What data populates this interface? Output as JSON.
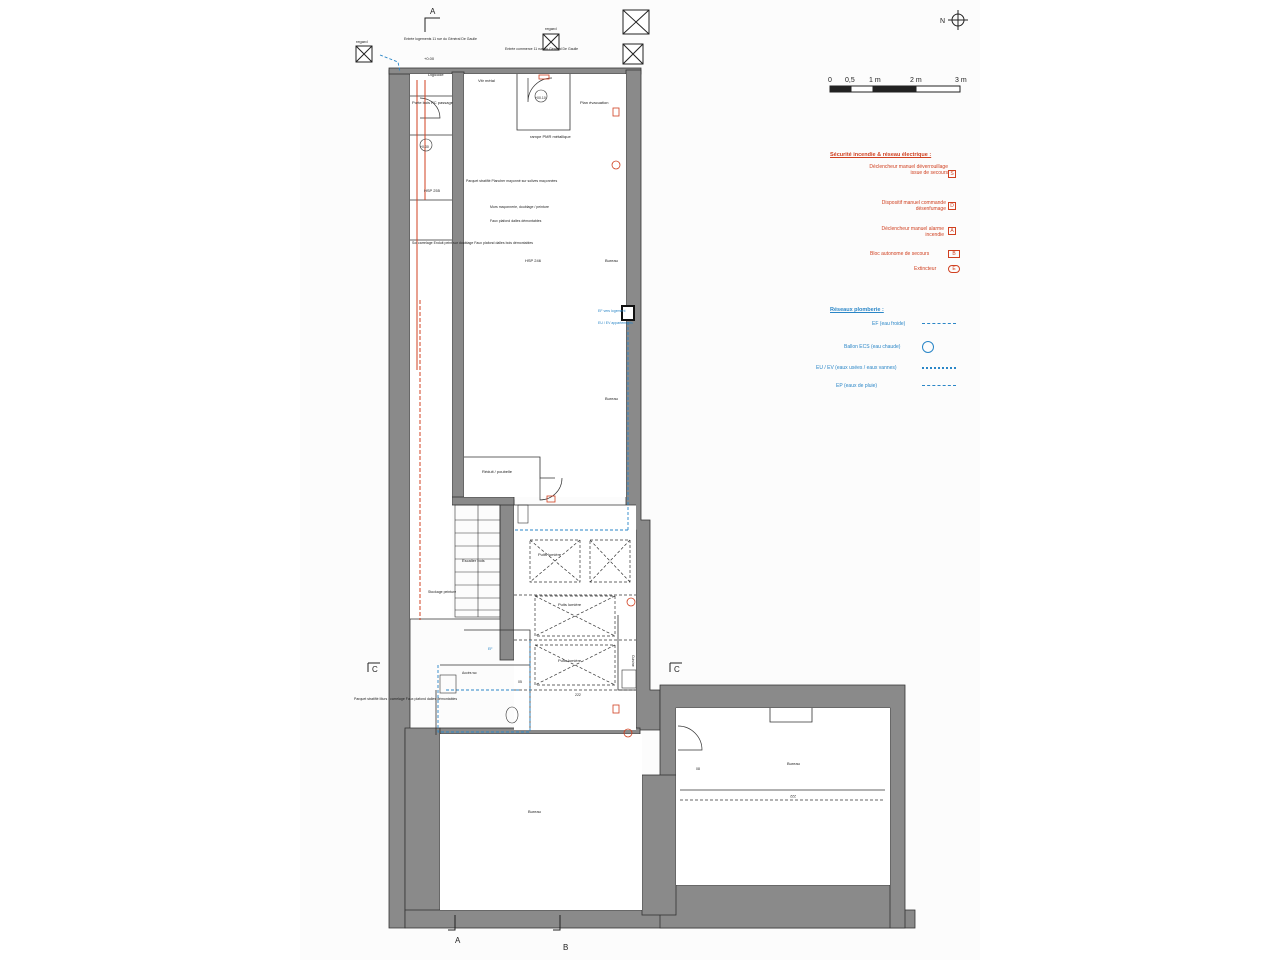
{
  "sections": {
    "a_top": "A",
    "a_bottom": "A",
    "b_bottom": "B",
    "c_left": "C",
    "c_right": "C"
  },
  "north_label": "N",
  "scale": {
    "ticks": [
      "0",
      "0,5",
      "1 m",
      "2 m",
      "3 m"
    ]
  },
  "labels": {
    "entry_housing": "Entrée logements 11 rue du Général De Gaulle",
    "entry_commerce": "Entrée commerce 11 rue du Général De Gaulle",
    "regard_left": "regard",
    "regard_top": "regard",
    "vitrine": "Vitr métal",
    "digicode": "Digicode",
    "porte_bois": "Porte bois PC passage",
    "level_top": "+0.00",
    "level_entry": "+00.10",
    "level_mid": "+0.00",
    "hsp_left": "HSP 255",
    "sol_carrelage": "Sol carrelage Enduit peint sur doublage Faux plafond dalles bois démontables",
    "rampe": "rampe PMR métallique",
    "plan_evacuation": "Plan évacuation",
    "parquet": "Parquet stratifié Plancher mayonné sur solives maçonnées",
    "murs": "Murs maçonnerie, doublage / peinture",
    "faux_plafond": "Faux plafond dalles démontables",
    "hsp_main": "HSP 246",
    "bureau_1": "Bureau",
    "bureau_2": "Bureau",
    "bureau_3": "Bureau",
    "bureau_4": "Bureau",
    "ef_note": "EF vers logement",
    "eu_note": "EU / EV appartements",
    "reduit": "Réduit / poubelle",
    "escalier": "Escalier bois",
    "stockage": "Stockage peinture",
    "puits_1": "Puits lumière",
    "puits_2": "Puits lumière",
    "puits_3": "Puits lumière",
    "cuisine": "Cuisine",
    "acces_wc": "Accès wc",
    "ef_small": "EF",
    "parquet_note": "Parquet stratifié Murs : carrelage Faux plafond dalles démontables",
    "dim_222": "222",
    "dim_222b": "222",
    "door_08": "08",
    "door_05": "05"
  },
  "legend": {
    "fire_title": "Sécurité incendie & réseau électrique :",
    "fire_items": [
      {
        "label": "Déclencheur manuel déverrouillage issue de secours",
        "symbol": "S"
      },
      {
        "label": "Dispositif manuel commande désenfumage",
        "symbol": "D"
      },
      {
        "label": "Déclencheur manuel alarme incendie",
        "symbol": "A"
      },
      {
        "label": "Bloc autonome de secours",
        "symbol": "B"
      },
      {
        "label": "Extincteur",
        "symbol": "E"
      }
    ],
    "water_title": "Réseaux plomberie :",
    "water_items": [
      {
        "label": "EF (eau froide)"
      },
      {
        "label": "Ballon ECS (eau chaude)"
      },
      {
        "label": "EU / EV (eaux usées / eaux vannes)"
      },
      {
        "label": "EP (eaux de pluie)"
      }
    ]
  },
  "colors": {
    "wall": "#8a8a8a",
    "fire": "#d04020",
    "water": "#2a86c7",
    "line": "#222222"
  }
}
